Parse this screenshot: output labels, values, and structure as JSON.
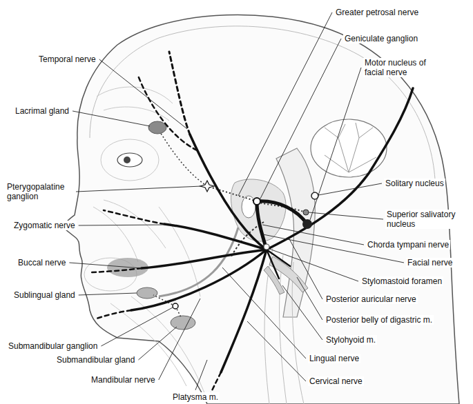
{
  "diagram": {
    "labels": [
      "Greater petrosal nerve",
      "Geniculate ganglion",
      "Temporal nerve",
      "Motor nucleus of facial nerve",
      "Lacrimal gland",
      "Pterygopalatine ganglion",
      "Solitary nucleus",
      "Superior salivatory nucleus",
      "Zygomatic nerve",
      "Chorda tympani nerve",
      "Buccal nerve",
      "Facial nerve",
      "Stylomastoid foramen",
      "Sublingual gland",
      "Posterior auricular nerve",
      "Posterior belly of digastric m.",
      "Stylohyoid m.",
      "Submandibular ganglion",
      "Lingual nerve",
      "Submandibular gland",
      "Cervical nerve",
      "Mandibular nerve",
      "Platysma m."
    ]
  }
}
